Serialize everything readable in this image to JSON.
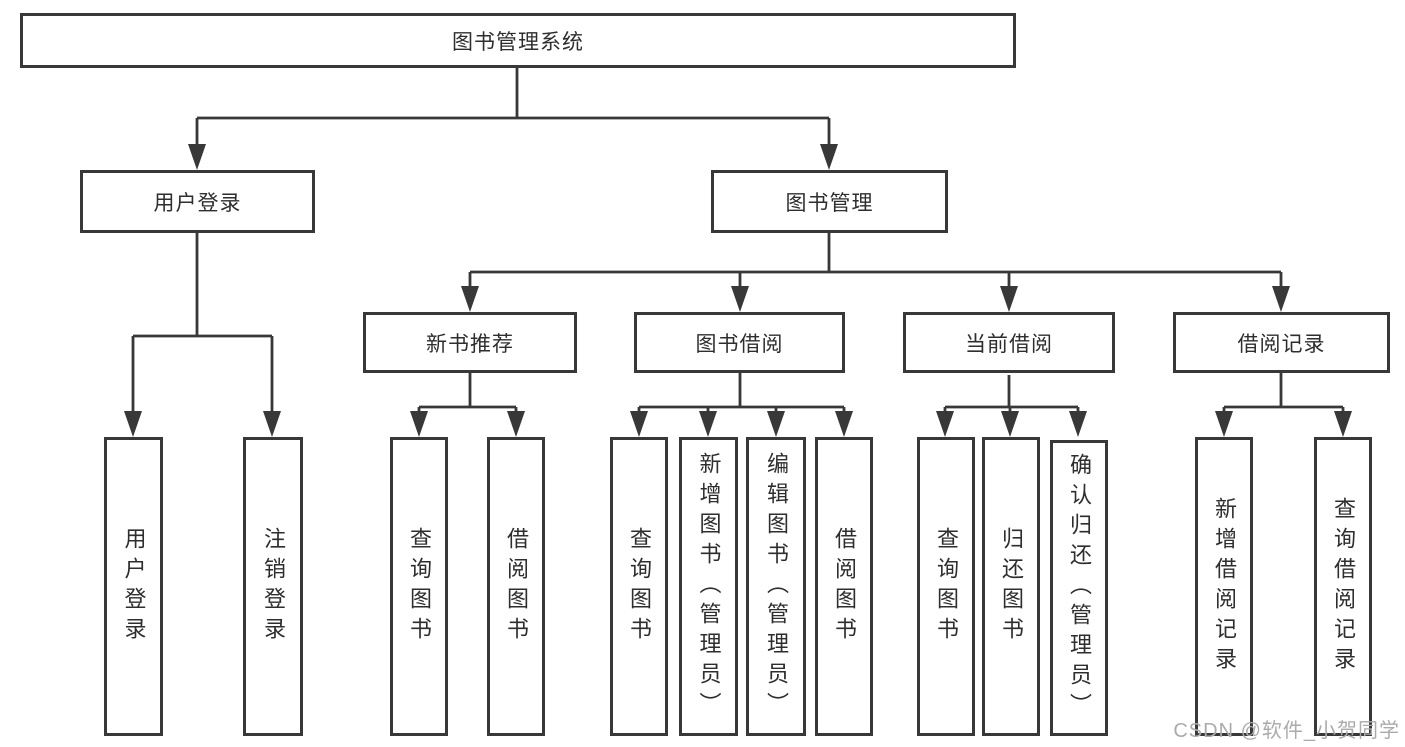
{
  "diagram": {
    "root": {
      "label": "图书管理系统"
    },
    "branches": [
      {
        "label": "用户登录",
        "children": [
          {
            "label": "用户登录"
          },
          {
            "label": "注销登录"
          }
        ]
      },
      {
        "label": "图书管理",
        "children": [
          {
            "label": "新书推荐",
            "children": [
              {
                "label": "查询图书"
              },
              {
                "label": "借阅图书"
              }
            ]
          },
          {
            "label": "图书借阅",
            "children": [
              {
                "label": "查询图书"
              },
              {
                "label": "新增图书（管理员）"
              },
              {
                "label": "编辑图书（管理员）"
              },
              {
                "label": "借阅图书"
              }
            ]
          },
          {
            "label": "当前借阅",
            "children": [
              {
                "label": "查询图书"
              },
              {
                "label": "归还图书"
              },
              {
                "label": "确认归还（管理员）"
              }
            ]
          },
          {
            "label": "借阅记录",
            "children": [
              {
                "label": "新增借阅记录"
              },
              {
                "label": "查询借阅记录"
              }
            ]
          }
        ]
      }
    ]
  },
  "watermark": {
    "text": "CSDN @软件_小贺同学"
  },
  "colors": {
    "line": "#383838",
    "text": "#2e2e2e",
    "background": "#ffffff",
    "watermark": "#ababab"
  }
}
